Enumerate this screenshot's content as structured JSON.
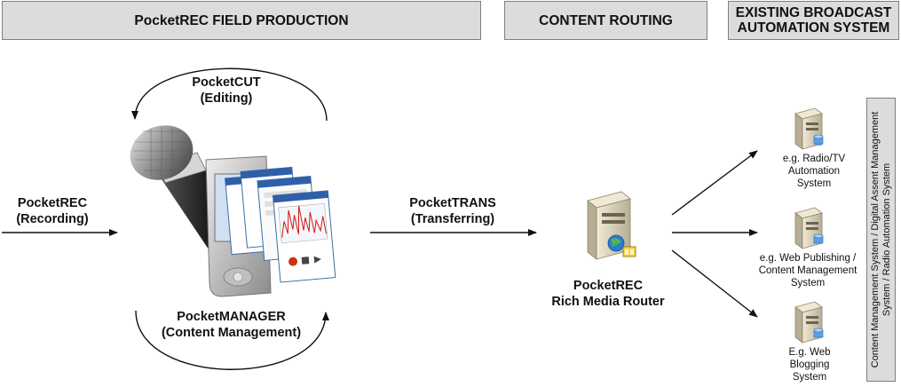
{
  "headers": {
    "field_production": "PocketREC FIELD PRODUCTION",
    "content_routing": "CONTENT ROUTING",
    "broadcast_line1": "EXISTING BROADCAST",
    "broadcast_line2": "AUTOMATION SYSTEM"
  },
  "labels": {
    "cut_line1": "PocketCUT",
    "cut_line2": "(Editing)",
    "rec_line1": "PocketREC",
    "rec_line2": "(Recording)",
    "trans_line1": "PocketTRANS",
    "trans_line2": "(Transferring)",
    "manager_line1": "PocketMANAGER",
    "manager_line2": "(Content Management)",
    "router_line1": "PocketREC",
    "router_line2": "Rich Media Router"
  },
  "targets": [
    {
      "line1": "e.g. Radio/TV",
      "line2": "Automation",
      "line3": "System"
    },
    {
      "line1": "e.g. Web Publishing /",
      "line2": "Content Management",
      "line3": "System"
    },
    {
      "line1": "E.g. Web",
      "line2": "Blogging",
      "line3": "System"
    }
  ],
  "side_label": "Content Management System / Digital Assent Management System / Radio Automation System",
  "colors": {
    "header_bg": "#dcdcdc",
    "border": "#7f7f7f",
    "arrow": "#111111"
  }
}
